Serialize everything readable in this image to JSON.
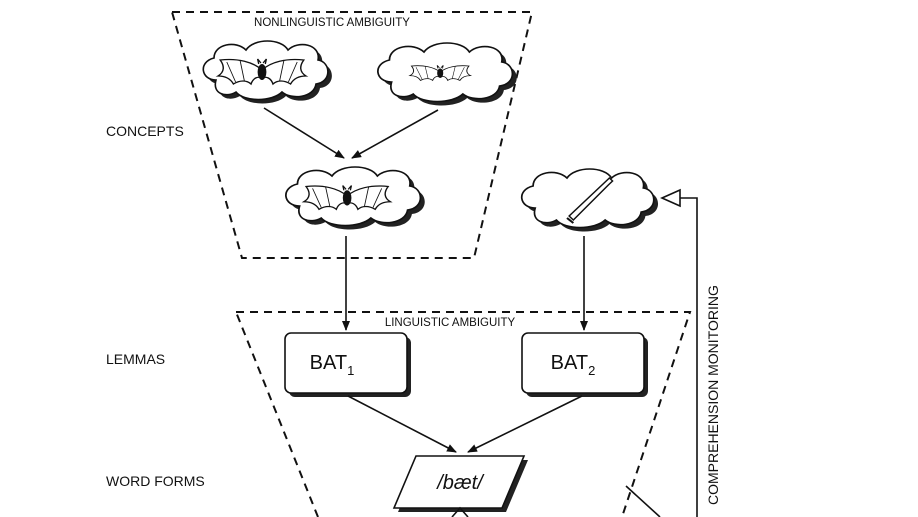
{
  "regions": {
    "nonlinguistic": "NONLINGUISTIC AMBIGUITY",
    "linguistic": "LINGUISTIC AMBIGUITY"
  },
  "levels": {
    "concepts": "CONCEPTS",
    "lemmas": "LEMMAS",
    "word_forms": "WORD FORMS"
  },
  "lemmas": {
    "bat1": {
      "base": "BAT",
      "sub": "1"
    },
    "bat2": {
      "base": "BAT",
      "sub": "2"
    }
  },
  "word_form": "/bæt/",
  "feedback": "COMPREHENSION MONITORING",
  "icons": {
    "concept_a": "bat-animal-icon",
    "concept_b": "small-bat-animal-icon",
    "concept_merged": "bat-animal-icon",
    "concept_baseball": "baseball-bat-icon"
  }
}
